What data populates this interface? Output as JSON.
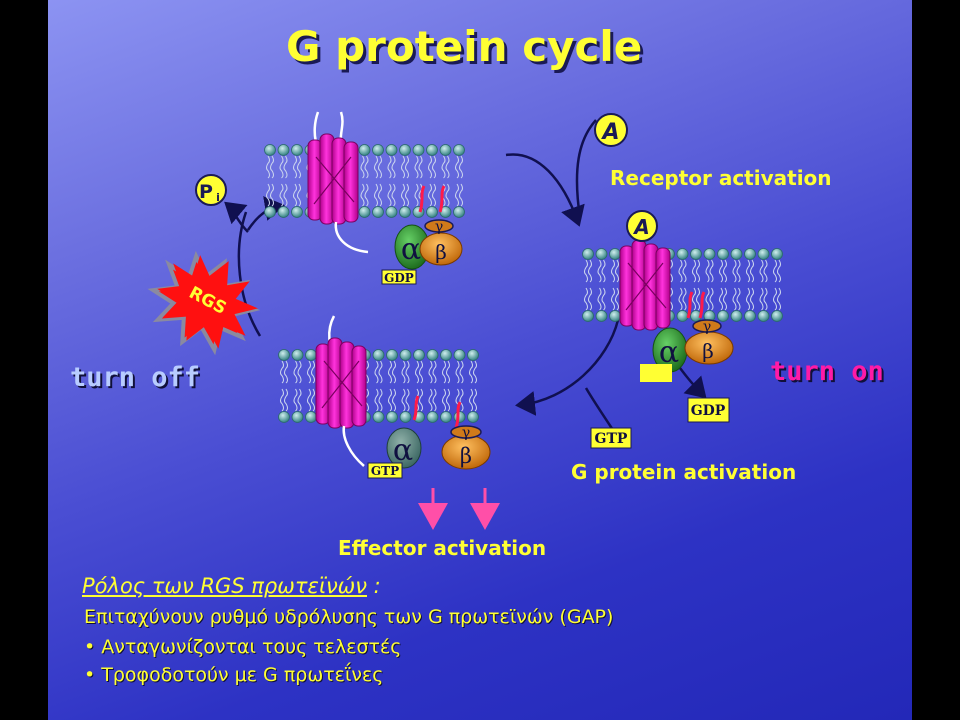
{
  "title": "G protein cycle",
  "labels": {
    "receptor_activation": "Receptor activation",
    "g_protein_activation": "G protein activation",
    "effector_activation": "Effector activation",
    "turn_off": "turn off",
    "turn_on": "turn on",
    "rgs": "RGS",
    "agonist": "A",
    "pi": "P",
    "pi_sub": "i",
    "gdp": "GDP",
    "gtp": "GTP",
    "alpha": "α",
    "beta": "β",
    "gamma": "γ"
  },
  "roles": {
    "heading_prefix": "Ρόλος των  RGS πρωτεϊνών",
    "heading_suffix": " :",
    "items": [
      " Επιταχύνουν ρυθμό υδρόλυσης των G πρωτεϊνών (GAP)",
      "• Ανταγωνίζονται τους τελεστές",
      "• Τροφοδοτούν με G πρωτεΐνες"
    ]
  },
  "colors": {
    "title": "#ffff33",
    "turn_on": "#ff1aa6",
    "turn_off": "#b8ccff",
    "receptor": "#ff11cc",
    "alpha": "#2e9a2e",
    "beta_gamma": "#e88a1a",
    "rgs": "#ff1111",
    "membrane_bead": "#5fa8a8"
  }
}
